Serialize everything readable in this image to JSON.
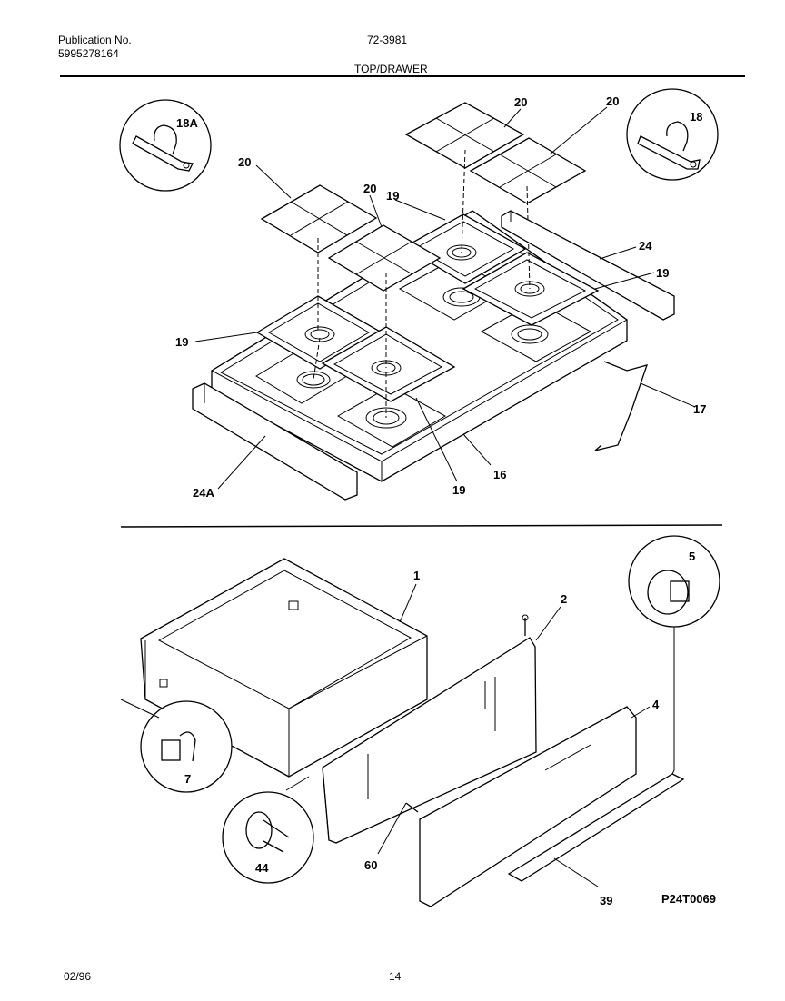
{
  "header": {
    "publication_label": "Publication No.",
    "publication_number": "5995278164",
    "model_number": "72-3981",
    "section_title": "TOP/DRAWER"
  },
  "footer": {
    "date": "02/96",
    "page": "14"
  },
  "diagram": {
    "code": "P24T0069",
    "callouts": {
      "c18A": "18A",
      "c18": "18",
      "c20a": "20",
      "c20b": "20",
      "c20c": "20",
      "c20d": "20",
      "c19a": "19",
      "c19b": "19",
      "c19c": "19",
      "c19d": "19",
      "c24": "24",
      "c24A": "24A",
      "c17": "17",
      "c16": "16",
      "c1": "1",
      "c2": "2",
      "c5": "5",
      "c4": "4",
      "c7": "7",
      "c44": "44",
      "c60": "60",
      "c39": "39"
    }
  }
}
